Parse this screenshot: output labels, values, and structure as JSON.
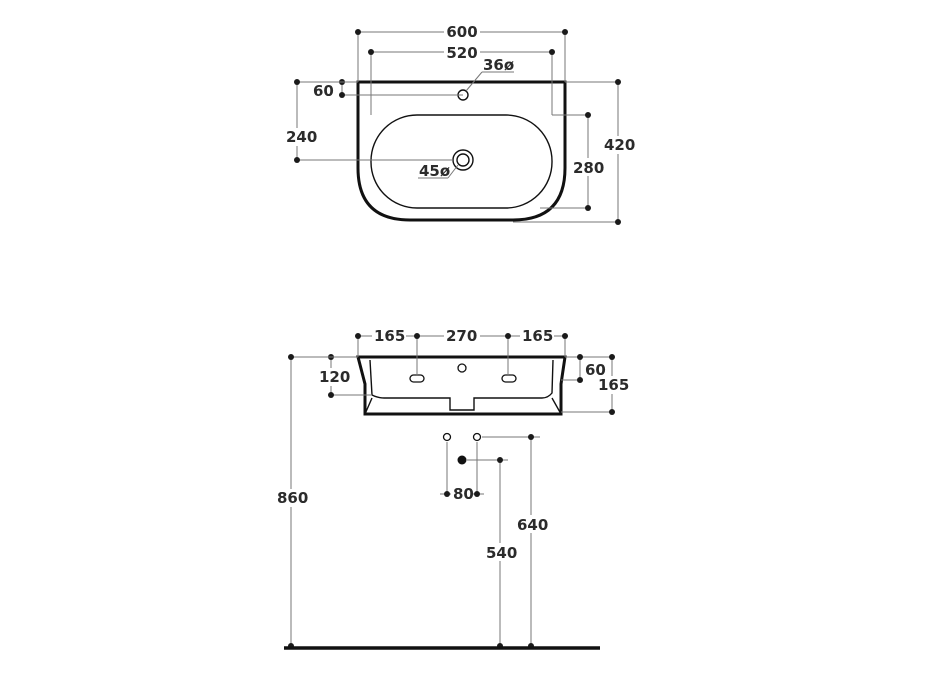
{
  "top_view": {
    "overall_width": "600",
    "inner_width": "520",
    "tap_hole": "36ø",
    "tap_offset": "60",
    "drain_offset": "240",
    "drain_hole": "45ø",
    "bowl_depth": "280",
    "overall_depth": "420"
  },
  "front_view": {
    "left_margin": "165",
    "center_span": "270",
    "right_margin": "165",
    "basin_height": "120",
    "rim_height": "60",
    "total_height": "165",
    "waste_spacing": "80",
    "mount_height": "860",
    "waste_height": "540",
    "supply_height": "640"
  }
}
